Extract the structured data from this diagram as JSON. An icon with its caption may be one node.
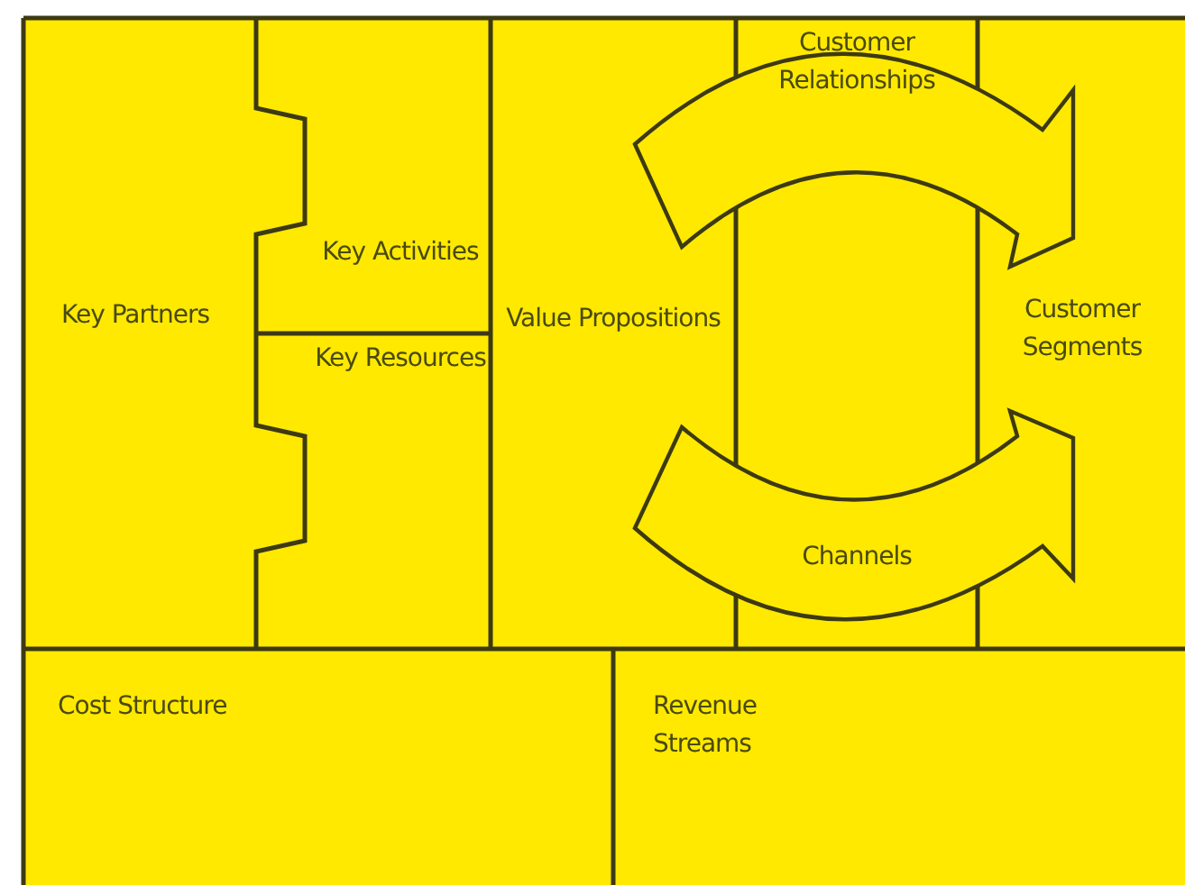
{
  "diagram": {
    "nodes": [
      {
        "text": [
          "Key Partners"
        ]
      },
      {
        "text": [
          "Key Activities"
        ]
      },
      {
        "text": [
          "Key Resources"
        ]
      },
      {
        "text": [
          "Value Propositions"
        ]
      },
      {
        "text": [
          "Customer Relationships"
        ]
      },
      {
        "text": [
          "Channels"
        ]
      },
      {
        "text": [
          "Customer Segments"
        ]
      },
      {
        "text": [
          "Cost Structure"
        ]
      },
      {
        "text": [
          "Revenue Streams"
        ]
      }
    ]
  }
}
